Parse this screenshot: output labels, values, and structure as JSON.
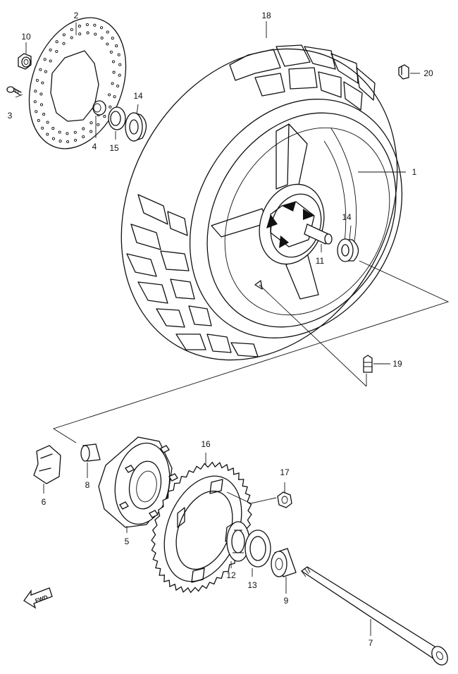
{
  "callouts": [
    {
      "id": "c1",
      "text": "1"
    },
    {
      "id": "c2",
      "text": "2"
    },
    {
      "id": "c3",
      "text": "3"
    },
    {
      "id": "c4",
      "text": "4"
    },
    {
      "id": "c5",
      "text": "5"
    },
    {
      "id": "c6",
      "text": "6"
    },
    {
      "id": "c7",
      "text": "7"
    },
    {
      "id": "c8",
      "text": "8"
    },
    {
      "id": "c9",
      "text": "9"
    },
    {
      "id": "c10",
      "text": "10"
    },
    {
      "id": "c11",
      "text": "11"
    },
    {
      "id": "c12",
      "text": "12"
    },
    {
      "id": "c13",
      "text": "13"
    },
    {
      "id": "c14a",
      "text": "14"
    },
    {
      "id": "c14b",
      "text": "14"
    },
    {
      "id": "c15",
      "text": "15"
    },
    {
      "id": "c16",
      "text": "16"
    },
    {
      "id": "c17",
      "text": "17"
    },
    {
      "id": "c18",
      "text": "18"
    },
    {
      "id": "c19",
      "text": "19"
    },
    {
      "id": "c20",
      "text": "20"
    }
  ],
  "direction_arrow": {
    "text": "FWD"
  },
  "colors": {
    "line": "#111111",
    "background": "#ffffff"
  }
}
